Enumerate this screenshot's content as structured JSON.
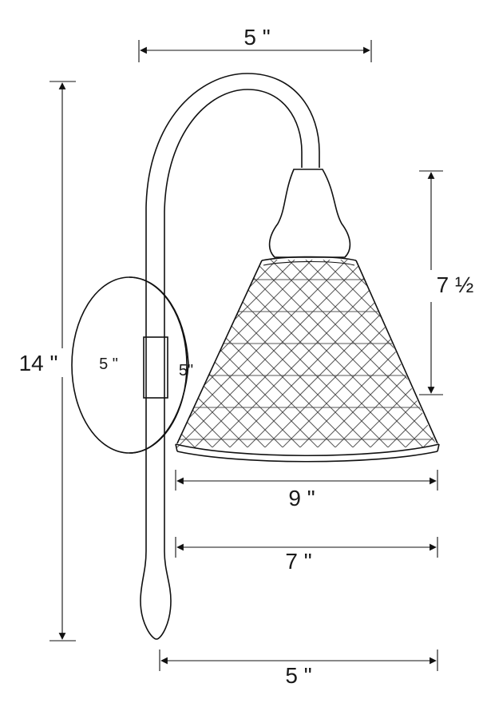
{
  "dimensions": {
    "top_width": "5 \"",
    "overall_height": "14 \"",
    "shade_height": "7 ½",
    "backplate_width": "5 \"",
    "backplate_depth": "5\"",
    "shade_bottom_width": "9 \"",
    "shade_inner_width": "7 \"",
    "extension_width": "5 \""
  }
}
